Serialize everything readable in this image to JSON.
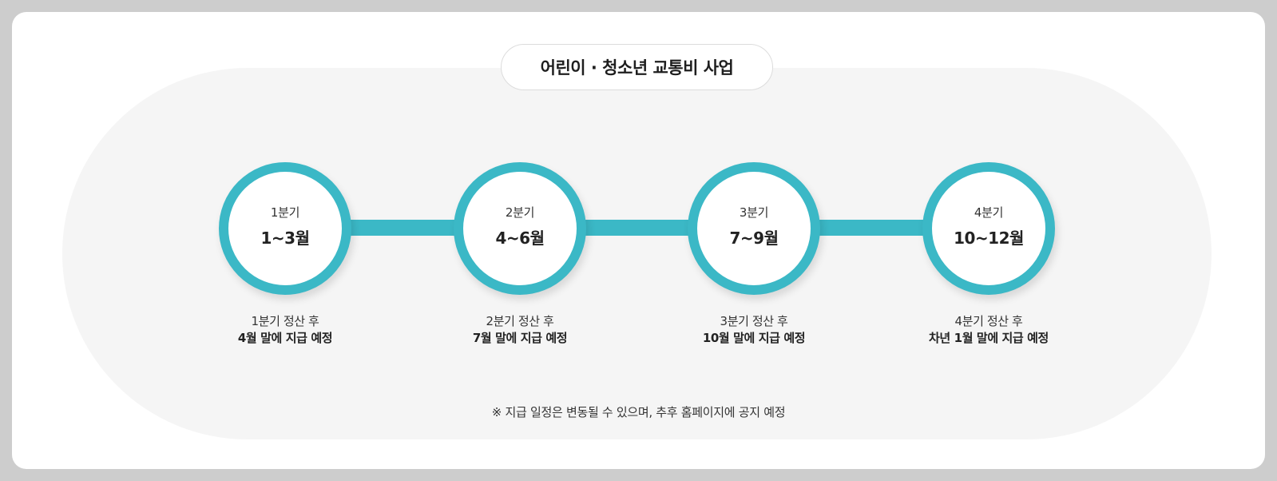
{
  "title": "어린이 · 청소년 교통비 사업",
  "colors": {
    "accent": "#3bb8c6",
    "background_outer": "#cdcdcd",
    "card": "#ffffff",
    "pill_background": "#f5f5f5"
  },
  "quarters": [
    {
      "label": "1분기",
      "months": "1~3월",
      "desc_line1": "1분기 정산 후",
      "desc_line2": "4월 말에 지급 예정"
    },
    {
      "label": "2분기",
      "months": "4~6월",
      "desc_line1": "2분기 정산 후",
      "desc_line2": "7월 말에 지급 예정"
    },
    {
      "label": "3분기",
      "months": "7~9월",
      "desc_line1": "3분기 정산 후",
      "desc_line2": "10월 말에 지급 예정"
    },
    {
      "label": "4분기",
      "months": "10~12월",
      "desc_line1": "4분기 정산 후",
      "desc_line2": "차년 1월 말에 지급 예정"
    }
  ],
  "note": "※ 지급 일정은 변동될 수 있으며, 추후 홈페이지에 공지 예정"
}
